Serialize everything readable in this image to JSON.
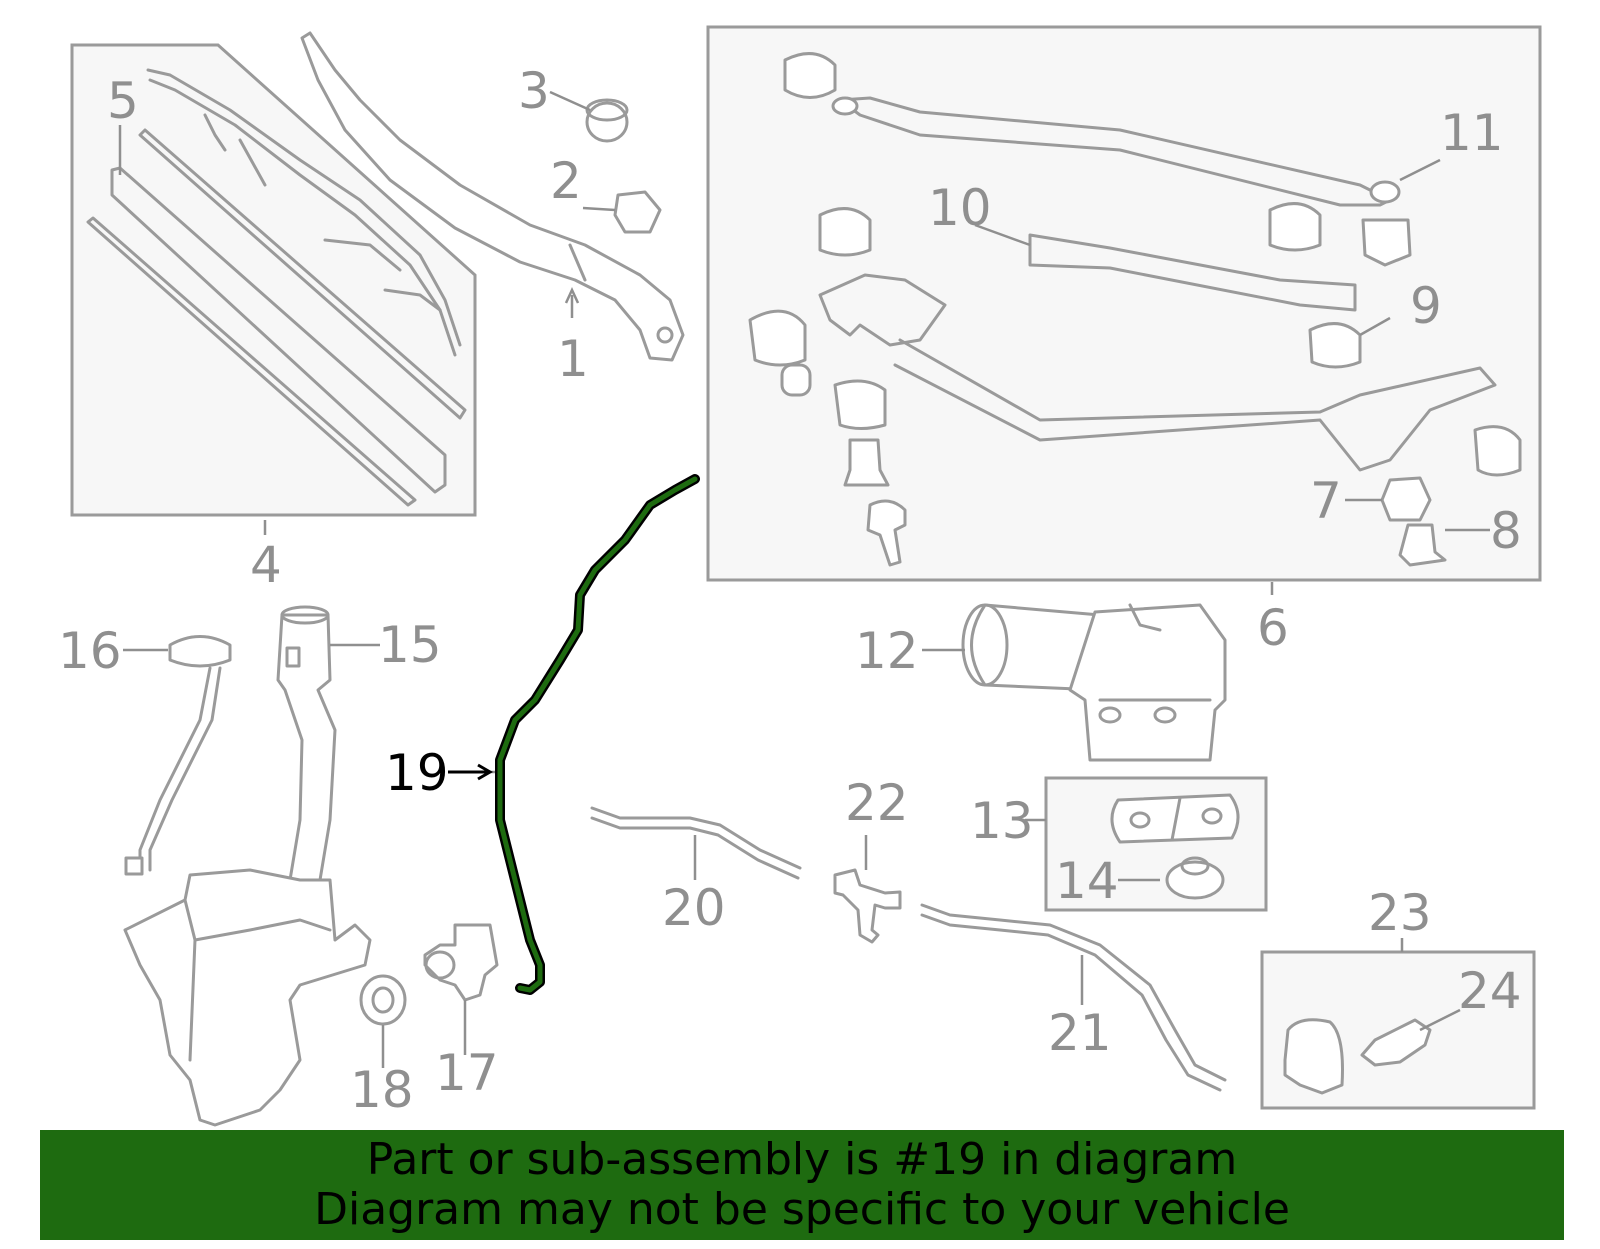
{
  "callouts": {
    "c1": "1",
    "c2": "2",
    "c3": "3",
    "c4": "4",
    "c5": "5",
    "c6": "6",
    "c7": "7",
    "c8": "8",
    "c9": "9",
    "c10": "10",
    "c11": "11",
    "c12": "12",
    "c13": "13",
    "c14": "14",
    "c15": "15",
    "c16": "16",
    "c17": "17",
    "c18": "18",
    "c19": "19",
    "c20": "20",
    "c21": "21",
    "c22": "22",
    "c23": "23",
    "c24": "24"
  },
  "highlight": {
    "part_number": "19",
    "color": "#1e6b10"
  },
  "banner": {
    "line1": "Part or sub-assembly is #19 in diagram",
    "line2": "Diagram may not be specific to your vehicle"
  }
}
